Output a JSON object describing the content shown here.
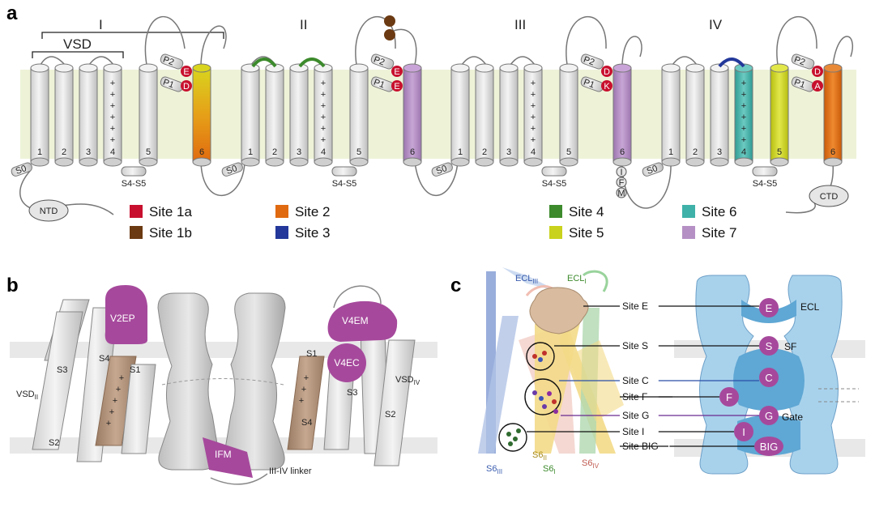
{
  "panels": {
    "a": "a",
    "b": "b",
    "c": "c"
  },
  "panel_a": {
    "domains": [
      "I",
      "II",
      "III",
      "IV"
    ],
    "vsd": "VSD",
    "segments": [
      "1",
      "2",
      "3",
      "4",
      "5",
      "6"
    ],
    "s0": "S0",
    "s4s5": "S4-S5",
    "p1": "P1",
    "p2": "P2",
    "ntd": "NTD",
    "ctd": "CTD",
    "filter_residues": {
      "I": [
        "E",
        "D"
      ],
      "II": [
        "E",
        "E"
      ],
      "III": [
        "D",
        "K"
      ],
      "IV": [
        "D",
        "A"
      ]
    },
    "ifm": [
      "I",
      "F",
      "M"
    ],
    "plus": "+",
    "legend": [
      {
        "label": "Site 1a",
        "color": "#c8102e"
      },
      {
        "label": "Site 1b",
        "color": "#6b3a12"
      },
      {
        "label": "Site 2",
        "color": "#e06a10"
      },
      {
        "label": "Site 3",
        "color": "#23389a"
      },
      {
        "label": "Site 4",
        "color": "#3c8a2c"
      },
      {
        "label": "Site 5",
        "color": "#c9d21c"
      },
      {
        "label": "Site 6",
        "color": "#3fb1a8"
      },
      {
        "label": "Site 7",
        "color": "#b590c4"
      }
    ]
  },
  "panel_b": {
    "v2ep": "V2EP",
    "v4em": "V4EM",
    "v4ec": "V4EC",
    "ifm": "IFM",
    "linker": "III-IV linker",
    "vsd_ii": "VSD",
    "vsd_ii_sub": "II",
    "vsd_iv": "VSD",
    "vsd_iv_sub": "IV",
    "left_labels": [
      "S3",
      "S4",
      "S1",
      "S2"
    ],
    "right_labels": [
      "S1",
      "S4",
      "S3",
      "S2"
    ],
    "plus": "+"
  },
  "panel_c": {
    "ecl3": "ECL",
    "ecl3_sub": "III",
    "ecl1": "ECL",
    "ecl1_sub": "I",
    "s6iii": "S6",
    "s6iii_sub": "III",
    "s6ii": "S6",
    "s6ii_sub": "II",
    "s6i": "S6",
    "s6i_sub": "I",
    "s6iv": "S6",
    "s6iv_sub": "IV",
    "sites": [
      "Site E",
      "Site S",
      "Site C",
      "Site F",
      "Site G",
      "Site I",
      "Site BIG"
    ],
    "discs": [
      "E",
      "S",
      "C",
      "F",
      "G",
      "I",
      "BIG"
    ],
    "ecl": "ECL",
    "sf": "SF",
    "gate": "Gate"
  }
}
